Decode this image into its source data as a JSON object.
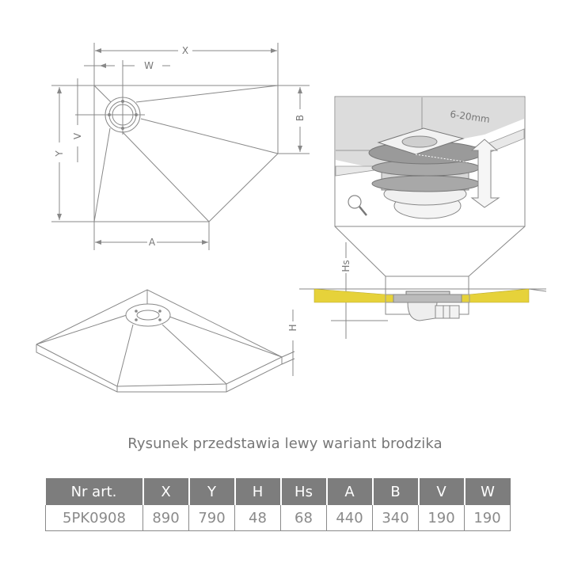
{
  "plan_view": {
    "dimension_labels": {
      "x": "X",
      "y": "Y",
      "a": "A",
      "b": "B",
      "v": "V",
      "w": "W"
    }
  },
  "detail_view": {
    "adjustment_label": "6-20mm",
    "hs_label": "Hs",
    "accent_color": "#e6d23a"
  },
  "isometric_view": {
    "h_label": "H"
  },
  "caption": "Rysunek przedstawia lewy wariant brodzika",
  "spec_table": {
    "headers": [
      "Nr art.",
      "X",
      "Y",
      "H",
      "Hs",
      "A",
      "B",
      "V",
      "W"
    ],
    "rows": [
      [
        "5PK0908",
        "890",
        "790",
        "48",
        "68",
        "440",
        "340",
        "190",
        "190"
      ]
    ],
    "header_color": "#7d7d7d"
  }
}
